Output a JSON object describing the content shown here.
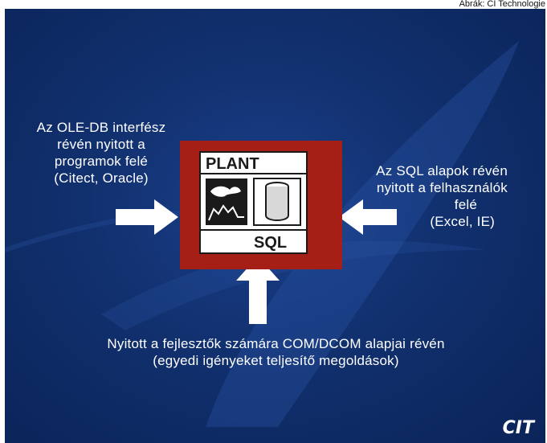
{
  "credit": "Ábrák: CI Technologie",
  "left_caption": {
    "lines": [
      "Az OLE-DB interfész",
      "révén nyitott a",
      "programok felé",
      "(Citect, Oracle)"
    ]
  },
  "right_caption": {
    "lines": [
      "Az SQL alapok révén",
      "nyitott a felhasználók",
      "felé",
      "(Excel, IE)"
    ]
  },
  "bottom_caption": {
    "lines": [
      "Nyitott a fejlesztők számára COM/DCOM alapjai révén",
      "(egyedi igényeket teljesítő megoldások)"
    ]
  },
  "logo": {
    "top_text": "PLANT",
    "bottom_text": "SQL"
  },
  "brand": "CIT",
  "colors": {
    "background": "#11306e",
    "logo_frame": "#a61f17",
    "arrows": "#ffffff",
    "text": "#ffffff"
  }
}
